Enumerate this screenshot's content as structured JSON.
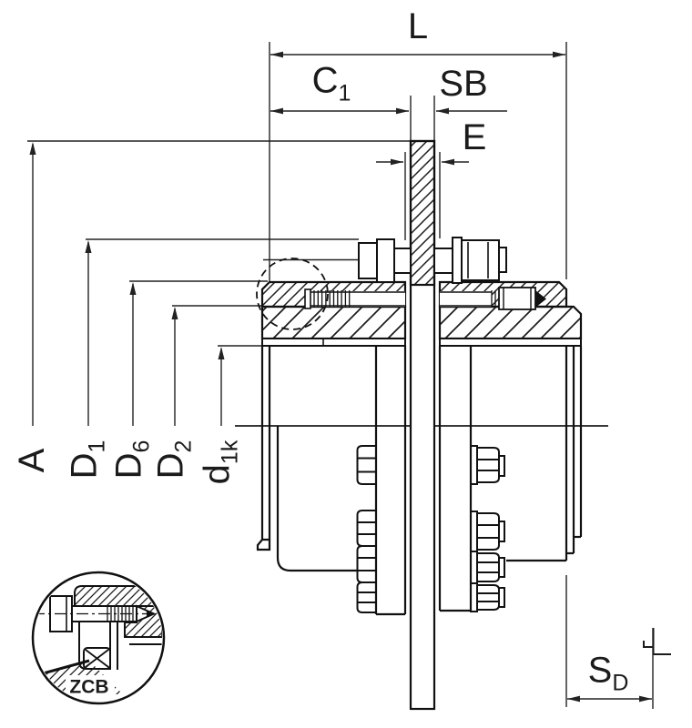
{
  "drawing": {
    "type_label": "ZCB",
    "dims": {
      "L": {
        "base": "L",
        "sub": ""
      },
      "C1": {
        "base": "C",
        "sub": "1"
      },
      "SB": {
        "base": "SB",
        "sub": ""
      },
      "E": {
        "base": "E",
        "sub": ""
      },
      "A": {
        "base": "A",
        "sub": ""
      },
      "D1": {
        "base": "D",
        "sub": "1"
      },
      "D6": {
        "base": "D",
        "sub": "6"
      },
      "D2": {
        "base": "D",
        "sub": "2"
      },
      "d1k": {
        "base": "d",
        "sub": "1k"
      },
      "SD": {
        "base": "S",
        "sub": "D"
      }
    },
    "colors": {
      "line": "#1b1b1b",
      "background": "#ffffff"
    }
  }
}
